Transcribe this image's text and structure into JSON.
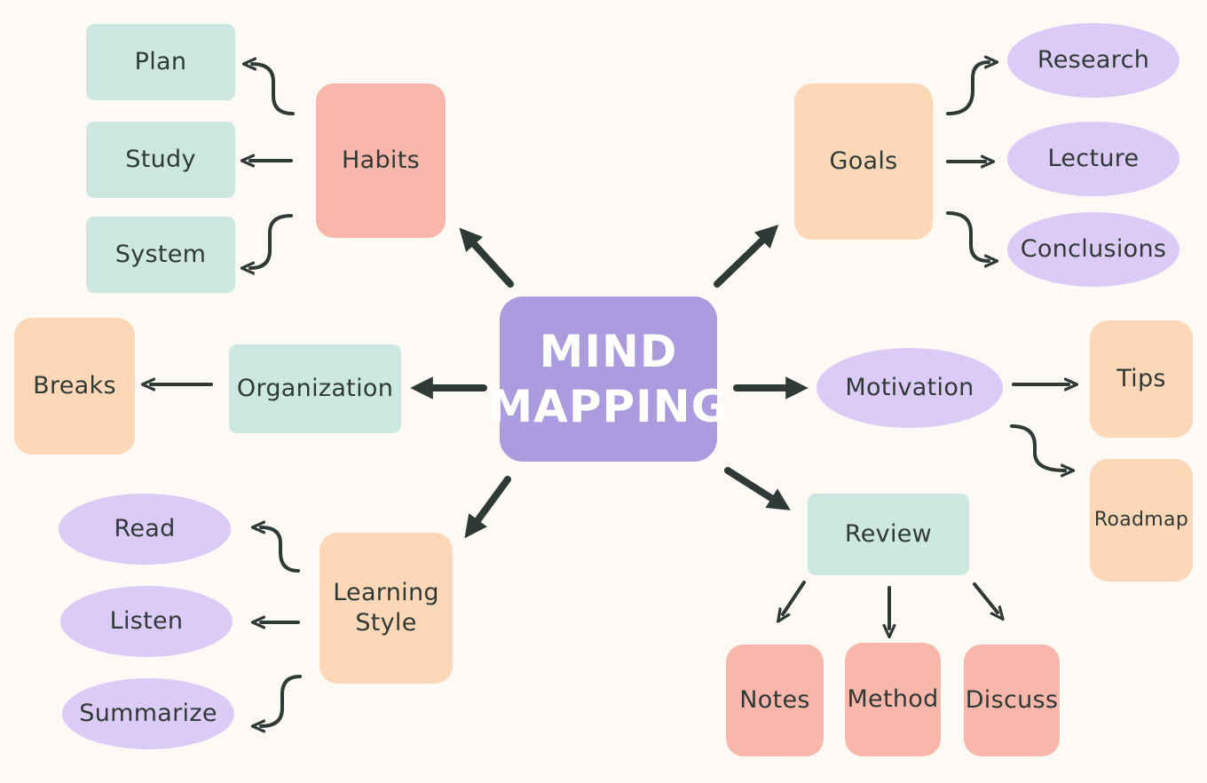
{
  "central": {
    "line1": "MIND",
    "line2": "MAPPING"
  },
  "habits": {
    "label": "Habits",
    "children": [
      "Plan",
      "Study",
      "System"
    ]
  },
  "goals": {
    "label": "Goals",
    "children": [
      "Research",
      "Lecture",
      "Conclusions"
    ]
  },
  "organization": {
    "label": "Organization",
    "children": [
      "Breaks"
    ]
  },
  "motivation": {
    "label": "Motivation",
    "children": [
      "Tips",
      "Roadmap"
    ]
  },
  "learning_style": {
    "line1": "Learning",
    "line2": "Style",
    "children": [
      "Read",
      "Listen",
      "Summarize"
    ]
  },
  "review": {
    "label": "Review",
    "children": [
      "Notes",
      "Method",
      "Discuss"
    ]
  },
  "colors": {
    "background": "#fdf9f4",
    "teal": "#cde8e0",
    "salmon": "#f9b6ab",
    "peach": "#fdd8b8",
    "lilac": "#dccaf7",
    "central": "#ab9bdf",
    "ink": "#2f3a36"
  }
}
